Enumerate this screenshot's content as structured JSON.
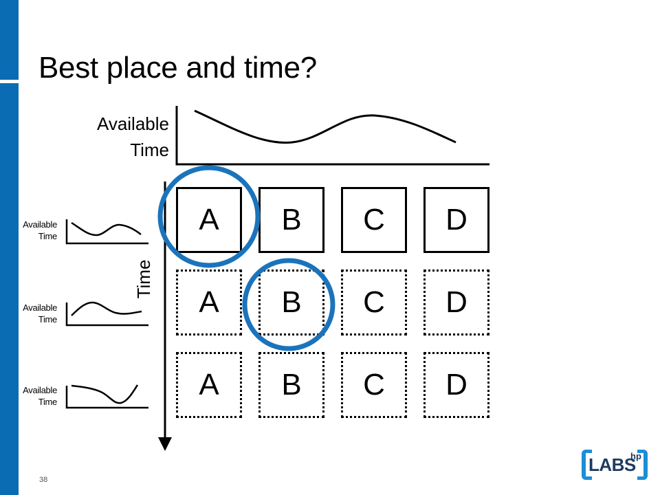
{
  "slide": {
    "title": "Best place and time?",
    "page_number": "38"
  },
  "top_plot": {
    "label_line1": "Available",
    "label_line2": "Time"
  },
  "row_plots": [
    {
      "label_line1": "Available",
      "label_line2": "Time"
    },
    {
      "label_line1": "Available",
      "label_line2": "Time"
    },
    {
      "label_line1": "Available",
      "label_line2": "Time"
    }
  ],
  "time_axis": {
    "label": "Time"
  },
  "grid": {
    "rows": [
      {
        "style": "solid",
        "cells": [
          "A",
          "B",
          "C",
          "D"
        ]
      },
      {
        "style": "dotted",
        "cells": [
          "A",
          "B",
          "C",
          "D"
        ]
      },
      {
        "style": "dotted",
        "cells": [
          "A",
          "B",
          "C",
          "D"
        ]
      }
    ],
    "highlighted": [
      {
        "row": 0,
        "col": 0
      },
      {
        "row": 1,
        "col": 1
      }
    ]
  },
  "colors": {
    "brand_blue": "#0a6db3",
    "highlight_ring": "#1b74bb",
    "logo_bracket": "#1a8fd8",
    "logo_text": "#1e3a5f"
  },
  "logo": {
    "text": "LABS",
    "superscript": "hp"
  }
}
